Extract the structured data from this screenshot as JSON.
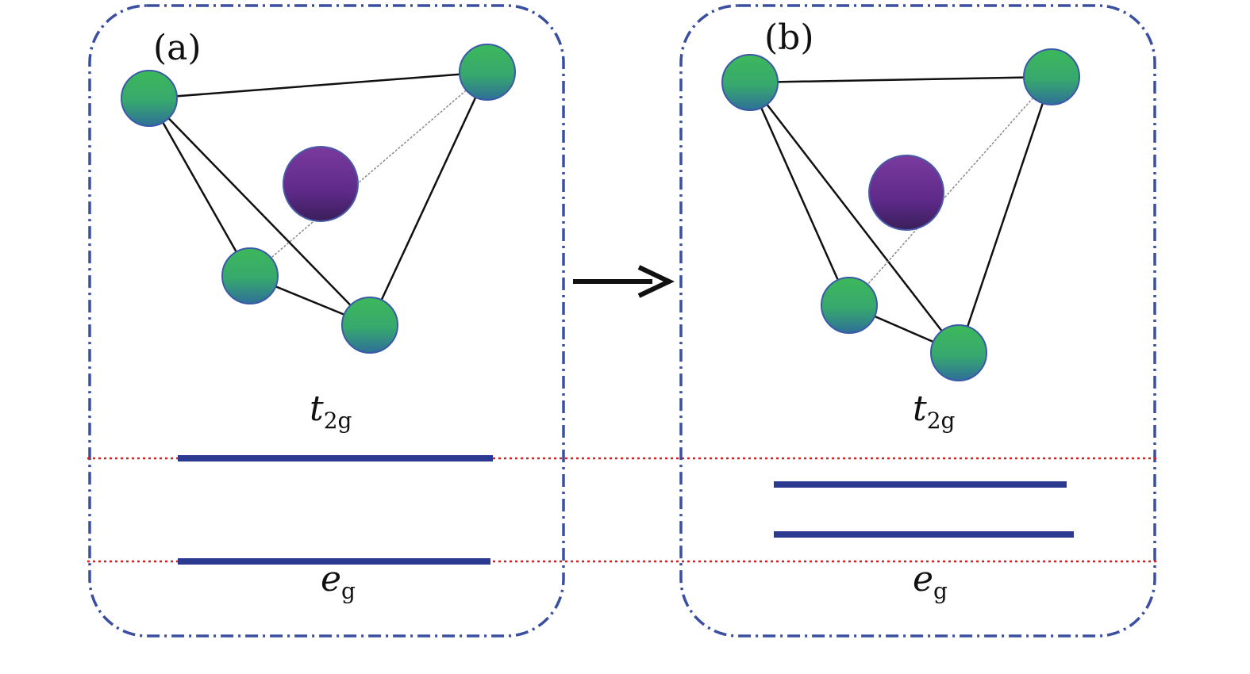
{
  "panels": [
    {
      "label": "(a)",
      "upper_level": "t",
      "upper_sub": "2g",
      "lower_level": "e",
      "lower_sub": "g"
    },
    {
      "label": "(b)",
      "upper_level": "t",
      "upper_sub": "2g",
      "lower_level": "e",
      "lower_sub": "g"
    }
  ],
  "colors": {
    "frame": "#3a4fa0",
    "energy_level": "#2b3990",
    "reference_line": "#d42020",
    "ligand": "#3cb36a",
    "central_ion": "#6a2a8c",
    "arrow": "#111111"
  }
}
